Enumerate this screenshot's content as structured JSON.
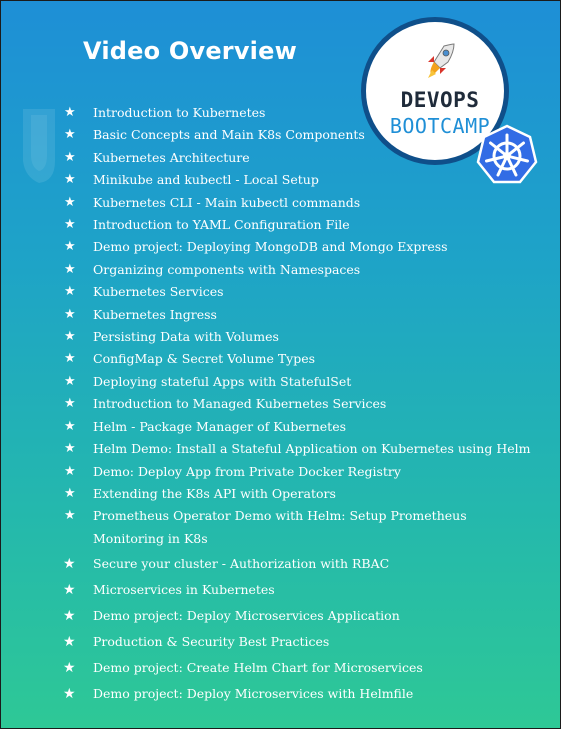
{
  "header": {
    "title": "Video Overview"
  },
  "logo": {
    "line1": "DEVOPS",
    "line2": "BOOTCAMP",
    "icons": [
      "rocket-icon",
      "kubernetes-helm-icon"
    ]
  },
  "colors": {
    "gradient_top": "#1e8fd6",
    "gradient_bottom": "#2ec896",
    "logo_ring": "#0f4f8a",
    "logo_accent": "#1f8fd6",
    "k8s_blue": "#326ce5"
  },
  "bullet": "★",
  "overview": {
    "items": [
      "Introduction to Kubernetes",
      "Basic Concepts and Main K8s Components",
      "Kubernetes Architecture",
      "Minikube and kubectl - Local Setup",
      "Kubernetes CLI - Main kubectl commands",
      "Introduction to YAML Configuration File",
      "Demo project: Deploying MongoDB and Mongo Express",
      "Organizing components with Namespaces",
      "Kubernetes Services",
      "Kubernetes Ingress",
      "Persisting Data with Volumes",
      "ConfigMap & Secret Volume Types",
      "Deploying stateful Apps with StatefulSet",
      "Introduction to Managed Kubernetes Services",
      "Helm - Package Manager of Kubernetes",
      "Helm Demo: Install a Stateful Application on Kubernetes using Helm",
      "Demo: Deploy App from Private Docker Registry",
      "Extending the K8s API with Operators",
      "Prometheus Operator Demo with Helm: Setup Prometheus Monitoring in K8s",
      "Secure your cluster - Authorization with RBAC",
      "Microservices in Kubernetes",
      "Demo project: Deploy Microservices Application",
      "Production & Security Best Practices",
      "Demo project: Create Helm Chart for Microservices",
      "Demo project: Deploy Microservices with Helmfile"
    ]
  }
}
